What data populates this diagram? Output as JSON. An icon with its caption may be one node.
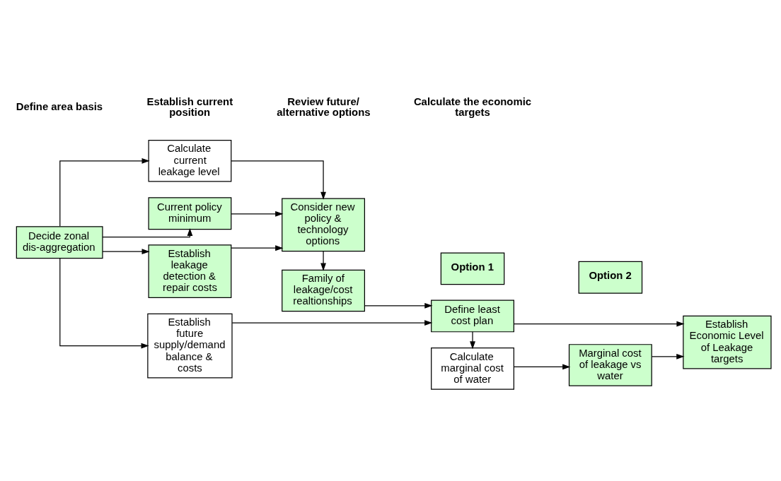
{
  "diagram": {
    "nodes": [
      {
        "text": [
          "Decide zonal dis-aggregation"
        ]
      },
      {
        "text": [
          "Calculate current leakage level"
        ]
      },
      {
        "text": [
          "Current policy minimum"
        ]
      },
      {
        "text": [
          "Establish leakage detection & repair costs"
        ]
      },
      {
        "text": [
          "Establish future supply/demand balance & costs"
        ]
      },
      {
        "text": [
          "Consider new policy & technology options"
        ]
      },
      {
        "text": [
          "Family of leakage/cost realtionships"
        ]
      },
      {
        "text": [
          "Option 1"
        ]
      },
      {
        "text": [
          "Define least cost plan"
        ]
      },
      {
        "text": [
          "Option 2"
        ]
      },
      {
        "text": [
          "Marginal cost of leakage vs water"
        ]
      },
      {
        "text": [
          "Calculate marginal cost of water"
        ]
      },
      {
        "text": [
          "Establish Economic Level of Leakage targets"
        ]
      }
    ],
    "edges": [
      {
        "from": 0,
        "to": 1,
        "arrow": "to"
      },
      {
        "from": 0,
        "to": 2,
        "arrow": "to"
      },
      {
        "from": 0,
        "to": 3,
        "arrow": "to"
      },
      {
        "from": 0,
        "to": 4,
        "arrow": "to"
      },
      {
        "from": 1,
        "to": 5,
        "arrow": "to"
      },
      {
        "from": 2,
        "to": 5,
        "arrow": "to"
      },
      {
        "from": 3,
        "to": 5,
        "arrow": "to"
      },
      {
        "from": 5,
        "to": 6,
        "arrow": "to"
      },
      {
        "from": 6,
        "to": 8,
        "arrow": "to"
      },
      {
        "from": 4,
        "to": 8,
        "arrow": "to"
      },
      {
        "from": 8,
        "to": 11,
        "arrow": "to"
      },
      {
        "from": 11,
        "to": 10,
        "arrow": "to"
      },
      {
        "from": 8,
        "to": 12,
        "arrow": "to"
      },
      {
        "from": 10,
        "to": 12,
        "arrow": "to"
      }
    ],
    "labels": [
      "Define area basis",
      "Establish current position",
      "Review future/ alternative options",
      "Calculate the economic targets"
    ]
  }
}
